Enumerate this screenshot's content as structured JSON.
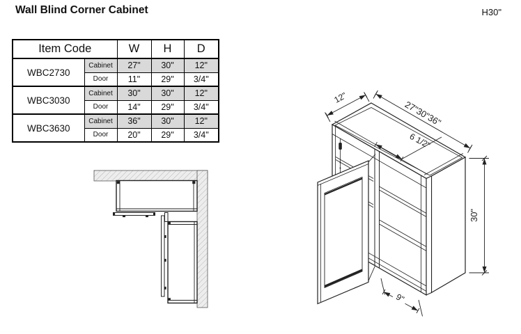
{
  "page": {
    "title": "Wall Blind Corner Cabinet",
    "height_note": "H30\""
  },
  "table": {
    "header": {
      "item_code": "Item Code",
      "w": "W",
      "h": "H",
      "d": "D"
    },
    "row_labels": {
      "cabinet": "Cabinet",
      "door": "Door"
    },
    "items": [
      {
        "code": "WBC2730",
        "cabinet": {
          "w": "27\"",
          "h": "30\"",
          "d": "12\""
        },
        "door": {
          "w": "11\"",
          "h": "29\"",
          "d": "3/4\""
        }
      },
      {
        "code": "WBC3030",
        "cabinet": {
          "w": "30\"",
          "h": "30\"",
          "d": "12\""
        },
        "door": {
          "w": "14\"",
          "h": "29\"",
          "d": "3/4\""
        }
      },
      {
        "code": "WBC3630",
        "cabinet": {
          "w": "36\"",
          "h": "30\"",
          "d": "12\""
        },
        "door": {
          "w": "20\"",
          "h": "29\"",
          "d": "3/4\""
        }
      }
    ]
  },
  "iso_dims": {
    "depth": "12\"",
    "widths": "27\"30\"36\"",
    "opening": "6 1/2\"",
    "height": "30\"",
    "blind": "9\""
  },
  "colors": {
    "line": "#222222",
    "shaded_row": "#d9d9d9",
    "hatch_fill": "#ededed",
    "hatch_line": "#a8a8a8"
  }
}
